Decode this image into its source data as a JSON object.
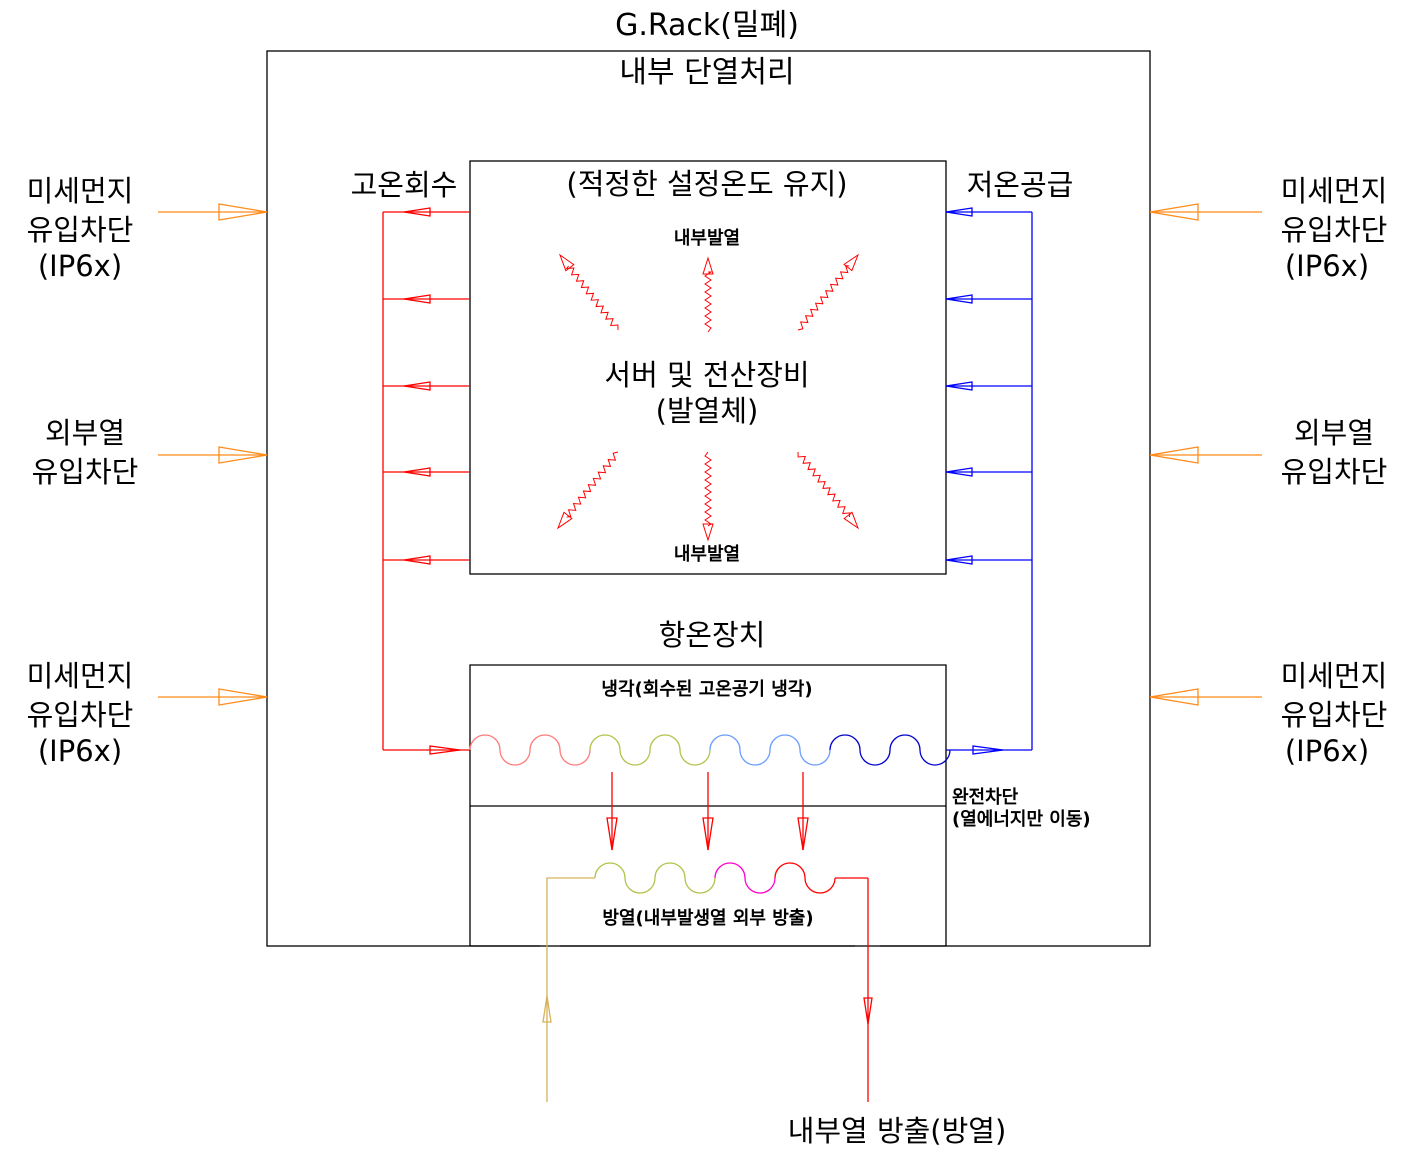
{
  "title": "G.Rack(밀폐)",
  "rack": {
    "label": "내부 단열처리",
    "inlet_label": "고온회수",
    "outlet_label": "저온공급"
  },
  "server_box": {
    "top_label": "(적정한 설정온도 유지)",
    "name_line1": "서버 및 전산장비",
    "name_line2": "(발열체)",
    "heat_top": "내부발열",
    "heat_bottom": "내부발열"
  },
  "thermostat": {
    "label": "항온장치",
    "cooling_label": "냉각(회수된 고온공기 냉각)",
    "separator_line1": "완전차단",
    "separator_line2": "(열에너지만 이동)",
    "radiation_label": "방열(내부발생열 외부 방출)"
  },
  "exhaust_label": "내부열 방출(방열)",
  "left_side": [
    {
      "lines": [
        "미세먼지",
        "유입차단",
        "(IP6x)"
      ]
    },
    {
      "lines": [
        "외부열",
        "유입차단"
      ]
    },
    {
      "lines": [
        "미세먼지",
        "유입차단",
        "(IP6x)"
      ]
    }
  ],
  "right_side": [
    {
      "lines": [
        "미세먼지",
        "유입차단",
        "(IP6x)"
      ]
    },
    {
      "lines": [
        "외부열",
        "유입차단"
      ]
    },
    {
      "lines": [
        "미세먼지",
        "유입차단",
        "(IP6x)"
      ]
    }
  ],
  "colors": {
    "hot_air": "#ff0000",
    "cold_air": "#0000ff",
    "external_block": "#ff8c1a",
    "frame": "#000000",
    "coil_cooling": [
      "#ff7a7a",
      "#ff7a7a",
      "#b5c24a",
      "#b5c24a",
      "#6b9cff",
      "#6b9cff",
      "#0000cc",
      "#0000cc"
    ],
    "coil_radiation": [
      "#b5c24a",
      "#b5c24a",
      "#ff00cc",
      "#ff0000",
      "#ff0000"
    ],
    "intake_pipe": "#d6b25a"
  },
  "icons": {
    "heat": "wavy-heat-arrow-icon",
    "flow": "open-arrowhead-icon"
  }
}
